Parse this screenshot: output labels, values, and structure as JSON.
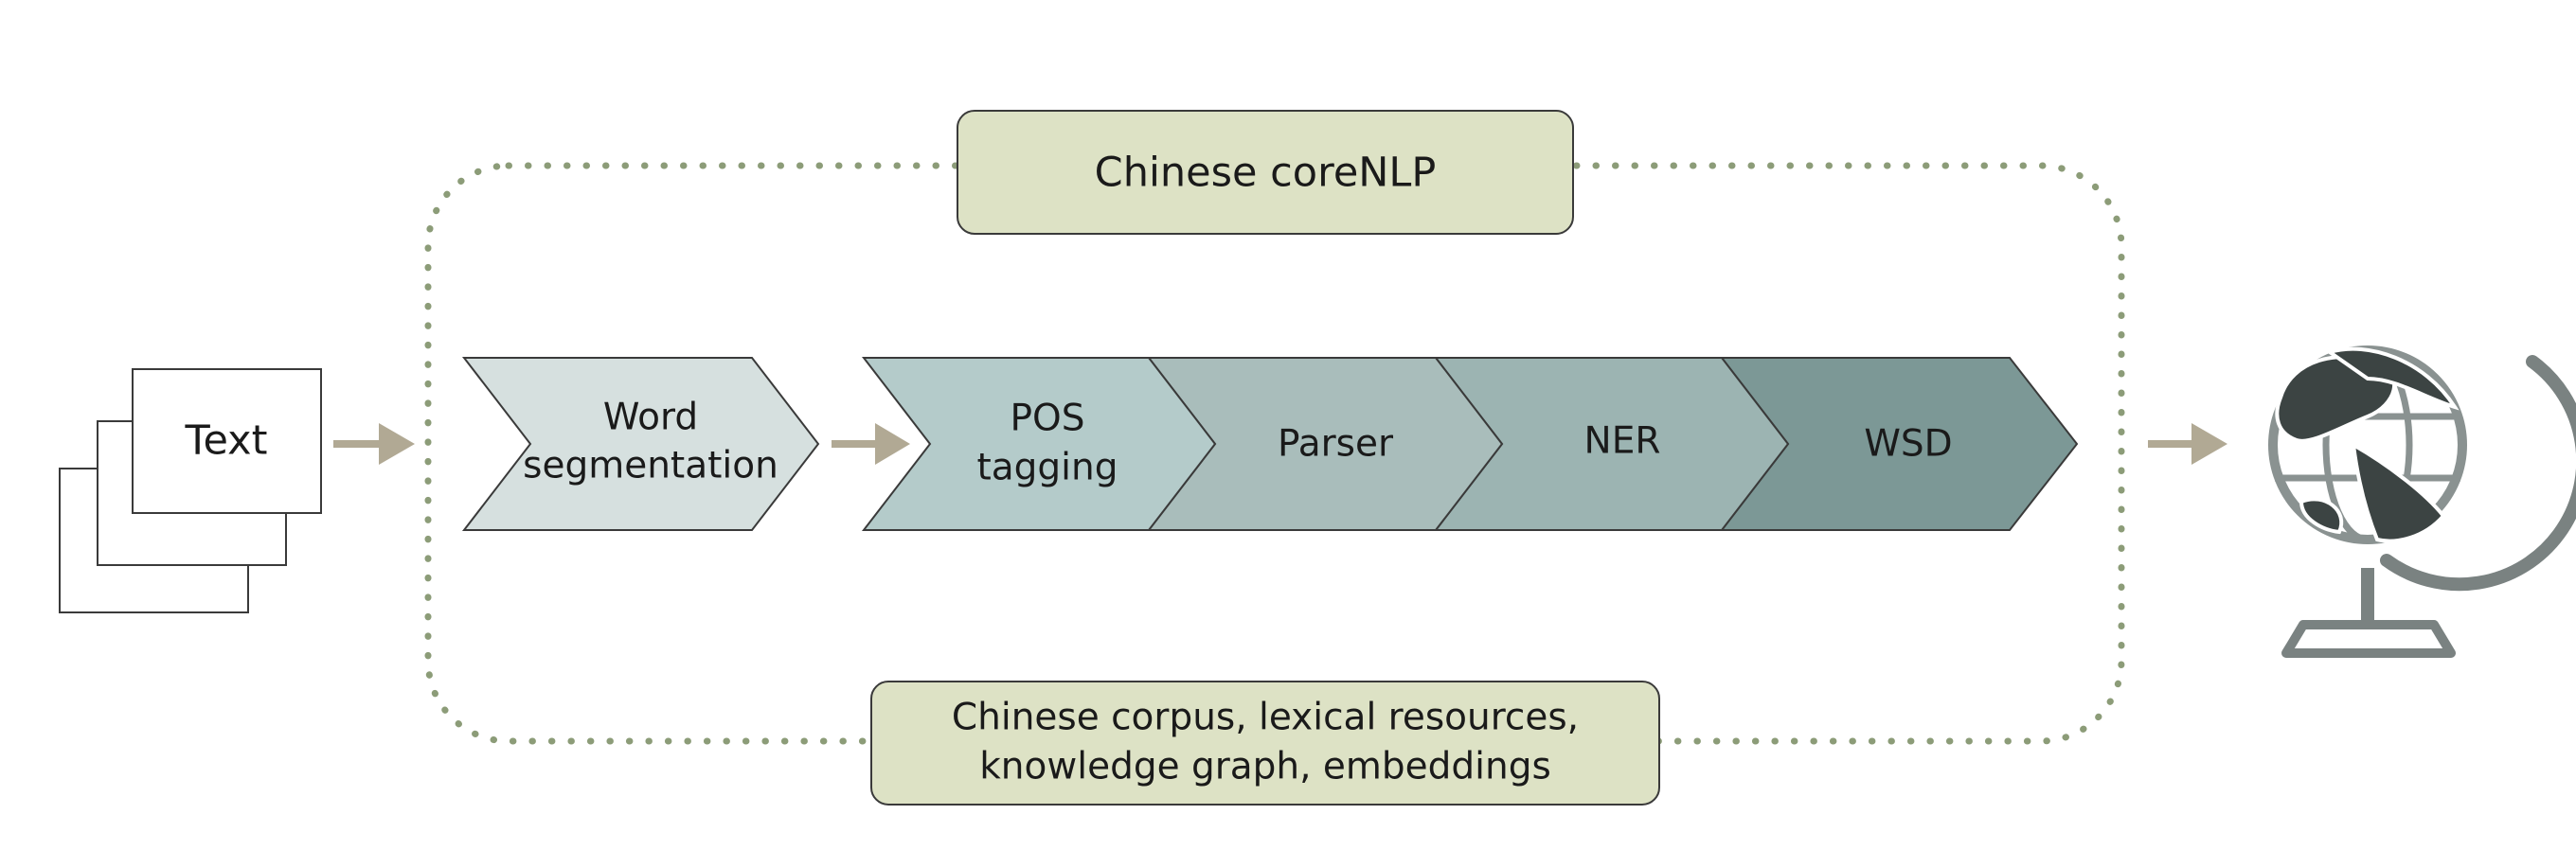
{
  "input": {
    "label": "Text"
  },
  "top_box": {
    "label": "Chinese coreNLP"
  },
  "bottom_box": {
    "line1": "Chinese corpus, lexical resources,",
    "line2": "knowledge graph, embeddings"
  },
  "steps": {
    "word_segmentation": {
      "line1": "Word",
      "line2": "segmentation"
    },
    "pos_tagging": {
      "line1": "POS",
      "line2": "tagging"
    },
    "parser": {
      "label": "Parser"
    },
    "ner": {
      "label": "NER"
    },
    "wsd": {
      "label": "WSD"
    }
  },
  "colors": {
    "box_fill": "#dde2c5",
    "arrow": "#b1a994",
    "dotted": "#8c9c78",
    "step_word_segmentation": "#d6e0df",
    "step_pos_tagging": "#b4cbca",
    "step_parser": "#a9bdbb",
    "step_ner": "#9cb4b2",
    "step_wsd": "#7c9896",
    "globe": "#3c4443"
  },
  "output_icon": "globe-icon"
}
